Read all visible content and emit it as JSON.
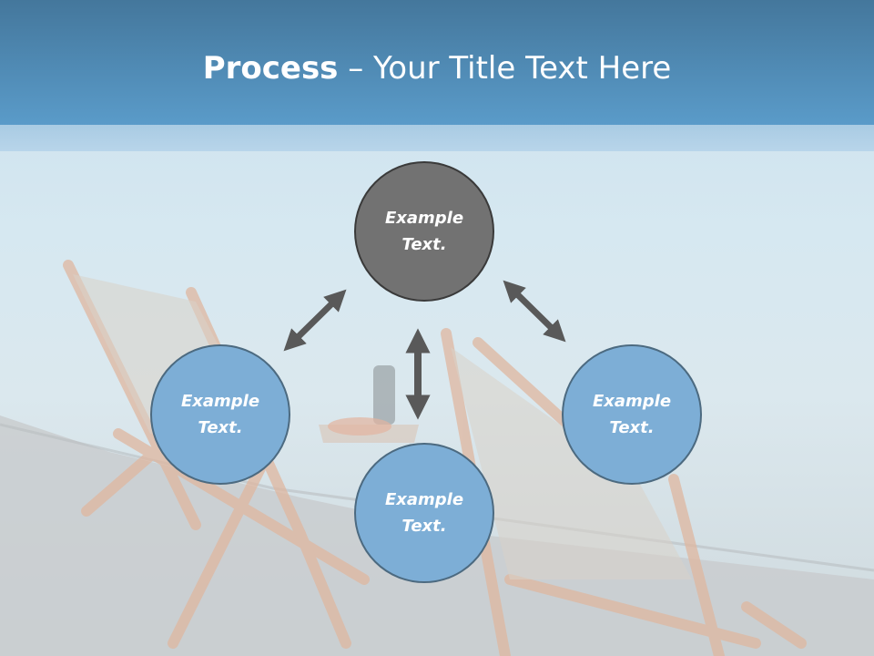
{
  "slide": {
    "title_bold": "Process",
    "title_rest": " – Your Title Text Here"
  },
  "nodes": {
    "top": "Example\nText.",
    "left": "Example\nText.",
    "right": "Example\nText.",
    "bottom": "Example\nText."
  },
  "colors": {
    "header": "#5a9bc9",
    "node_gray": "#727272",
    "node_blue": "#7daed6",
    "arrow": "#595959"
  }
}
